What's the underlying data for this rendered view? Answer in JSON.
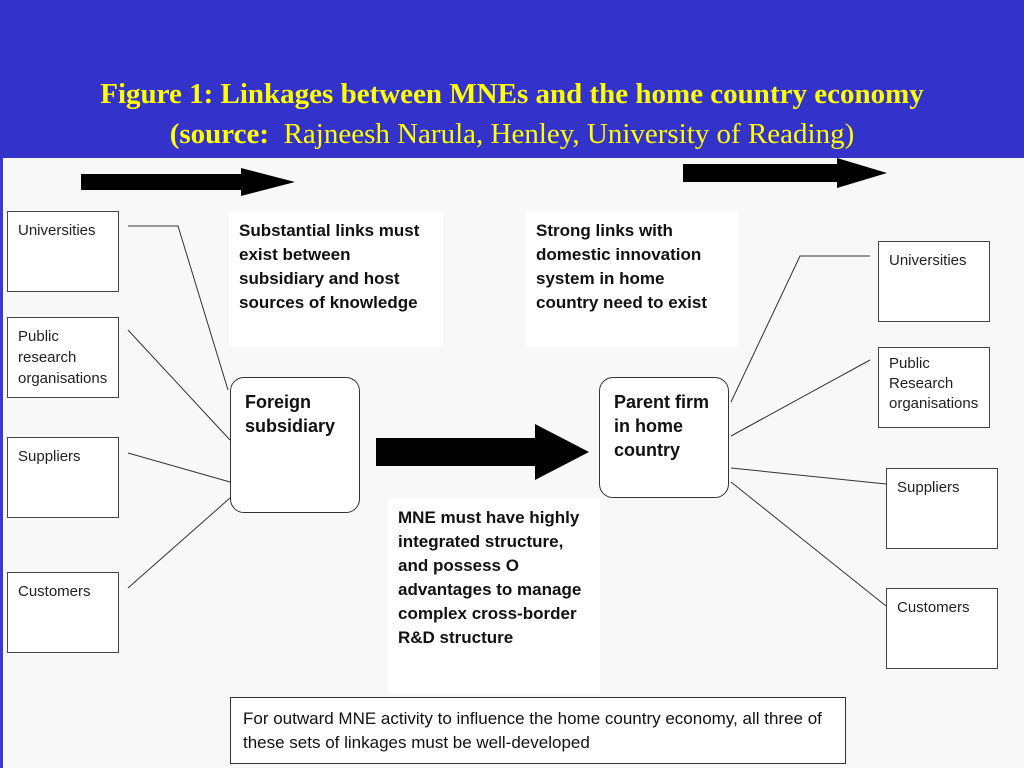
{
  "title": {
    "line1": "Figure 1: Linkages between MNEs and the home country economy",
    "line2_prefix": "(source:",
    "line2_rest": "Rajneesh Narula, Henley, University of Reading)"
  },
  "left_sources": [
    "Universities",
    "Public research organisations",
    "Suppliers",
    "Customers"
  ],
  "right_sources": [
    "Universities",
    "Public Research organisations",
    "Suppliers",
    "Customers"
  ],
  "foreign_subsidiary": "Foreign subsidiary",
  "parent_firm": "Parent firm in home country",
  "note_host_links": "Substantial links must exist between subsidiary and host sources of knowledge",
  "note_home_links": "Strong links with domestic innovation system in home country need to exist",
  "note_mne_structure": "MNE must have highly integrated structure, and possess O advantages to manage complex cross-border R&D structure",
  "footer_note": "For outward MNE activity to influence the home country economy, all three of these sets of linkages must be well-developed",
  "colors": {
    "header_bg": "#3333cc",
    "title_text": "#ffff00",
    "arrow": "#000000"
  }
}
